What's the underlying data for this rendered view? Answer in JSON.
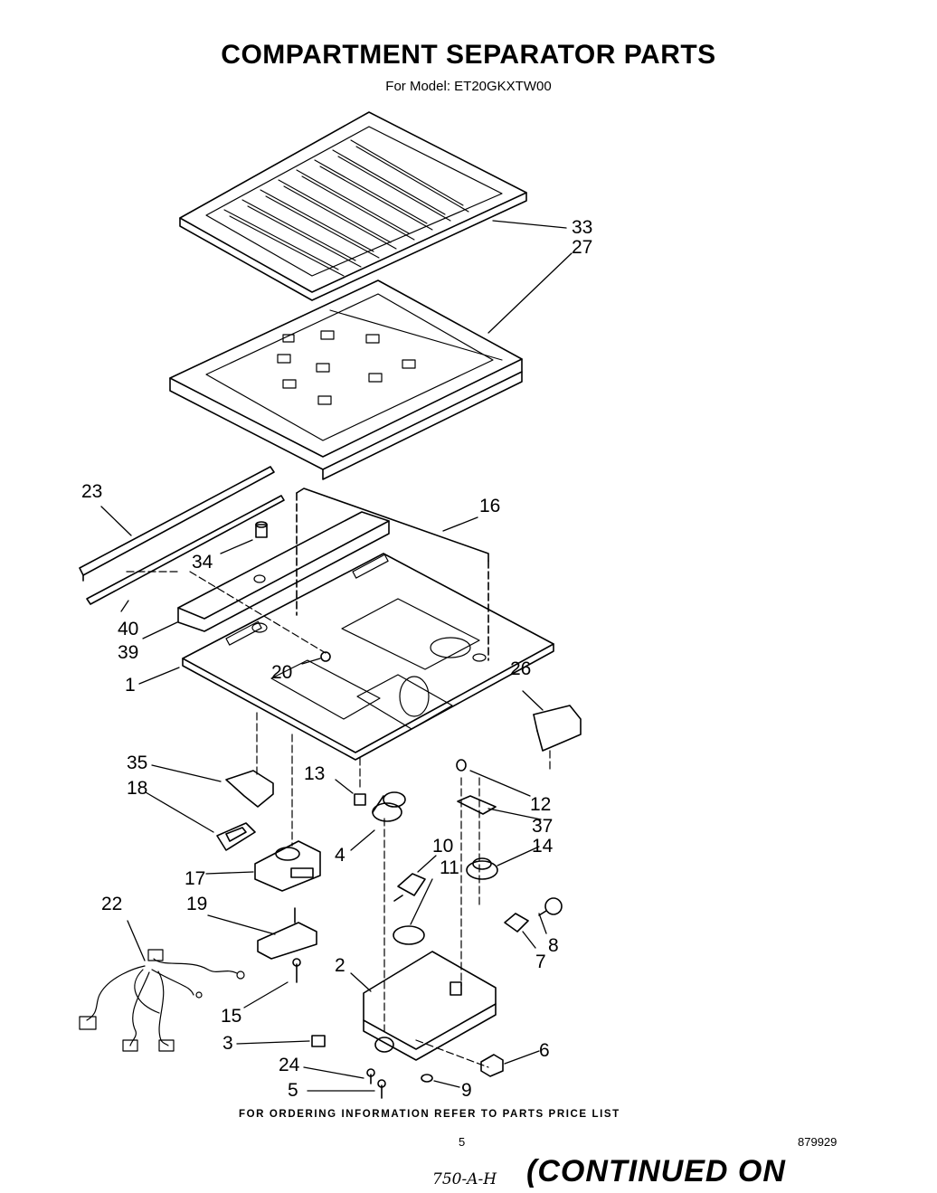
{
  "title": "COMPARTMENT SEPARATOR PARTS",
  "subtitle": "For Model: ET20GKXTW00",
  "callouts": [
    "33",
    "27",
    "23",
    "16",
    "34",
    "40",
    "39",
    "20",
    "1",
    "26",
    "35",
    "18",
    "13",
    "12",
    "37",
    "14",
    "4",
    "10",
    "11",
    "17",
    "22",
    "19",
    "8",
    "7",
    "2",
    "15",
    "6",
    "3",
    "24",
    "9",
    "5"
  ],
  "footer": "FOR ORDERING INFORMATION REFER TO PARTS PRICE LIST",
  "page_number": "5",
  "doc_number": "879929",
  "handwritten_note": "750-A-H",
  "continued": "(CONTINUED ON"
}
